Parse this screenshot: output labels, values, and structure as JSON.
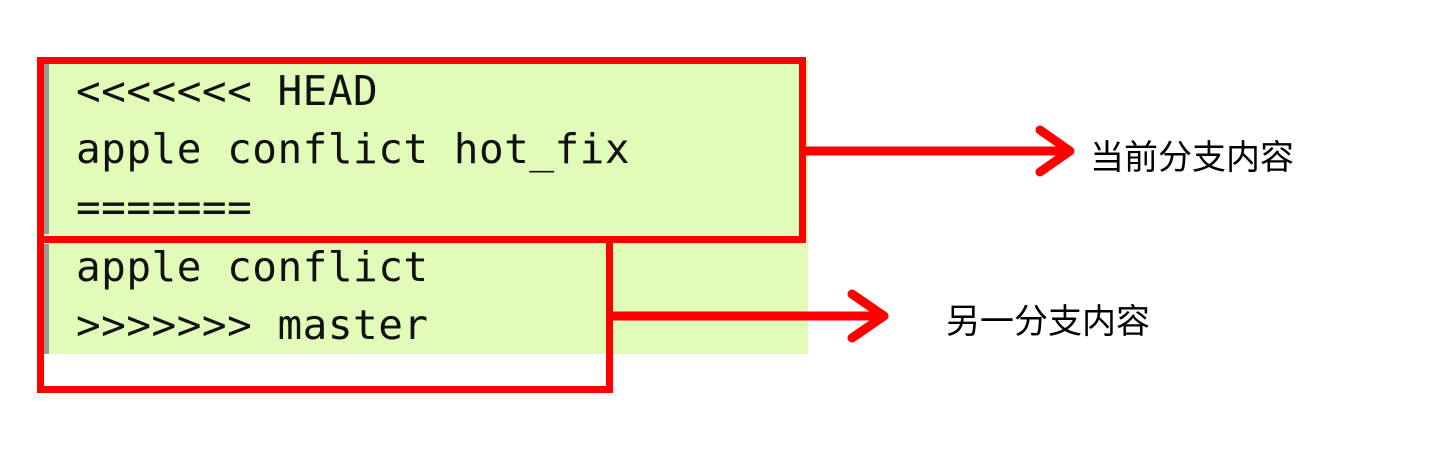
{
  "code_block": {
    "lines": [
      "<<<<<<< HEAD",
      "apple conflict hot_fix",
      "=======",
      "apple conflict",
      ">>>>>>> master"
    ]
  },
  "annotations": {
    "current_branch_label": "当前分支内容",
    "other_branch_label": "另一分支内容"
  },
  "colors": {
    "highlight_bg": "#e1fbb8",
    "box_red": "#ff0000",
    "gutter": "#9a9a9a"
  }
}
